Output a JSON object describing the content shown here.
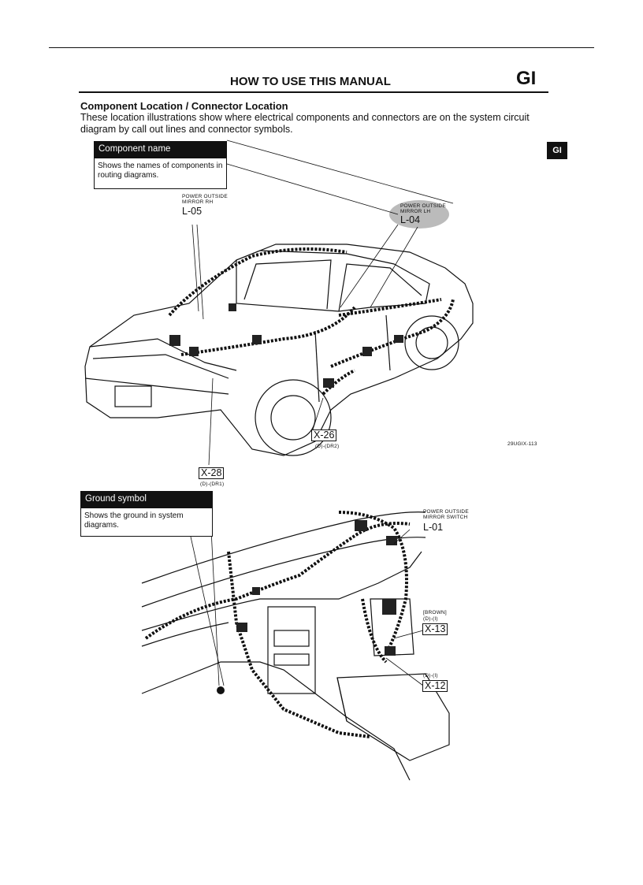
{
  "header": {
    "title": "HOW TO USE THIS MANUAL",
    "section_code": "GI",
    "side_tab": "GI"
  },
  "section": {
    "heading": "Component Location / Connector Location",
    "paragraph": "These location illustrations show where electrical components and connectors are on the system circuit diagram by call out lines and connector symbols."
  },
  "callouts": {
    "component_name": {
      "title": "Component name",
      "body": "Shows the names of components in routing diagrams."
    },
    "ground_symbol": {
      "title": "Ground symbol",
      "body": "Shows the ground in system diagrams."
    }
  },
  "figure1": {
    "rh_label_line1": "POWER OUTSIDE",
    "rh_label_line2": "MIRROR RH",
    "rh_code": "L-05",
    "lh_label_line1": "POWER OUTSIDE",
    "lh_label_line2": "MIRROR LH",
    "lh_code": "L-04",
    "x26_code": "X-26",
    "x26_sub": "(D)-(DR2)",
    "x28_code": "X-28",
    "x28_sub": "(D)-(DR1)",
    "figure_id": "29UGIX-113"
  },
  "figure2": {
    "switch_label_line1": "POWER OUTSIDE",
    "switch_label_line2": "MIRROR SWITCH",
    "switch_code": "L-01",
    "x13_color": "[BROWN]",
    "x13_sub": "(D)-(I)",
    "x13_code": "X-13",
    "x12_sub": "(D)-(I)",
    "x12_code": "X-12"
  }
}
